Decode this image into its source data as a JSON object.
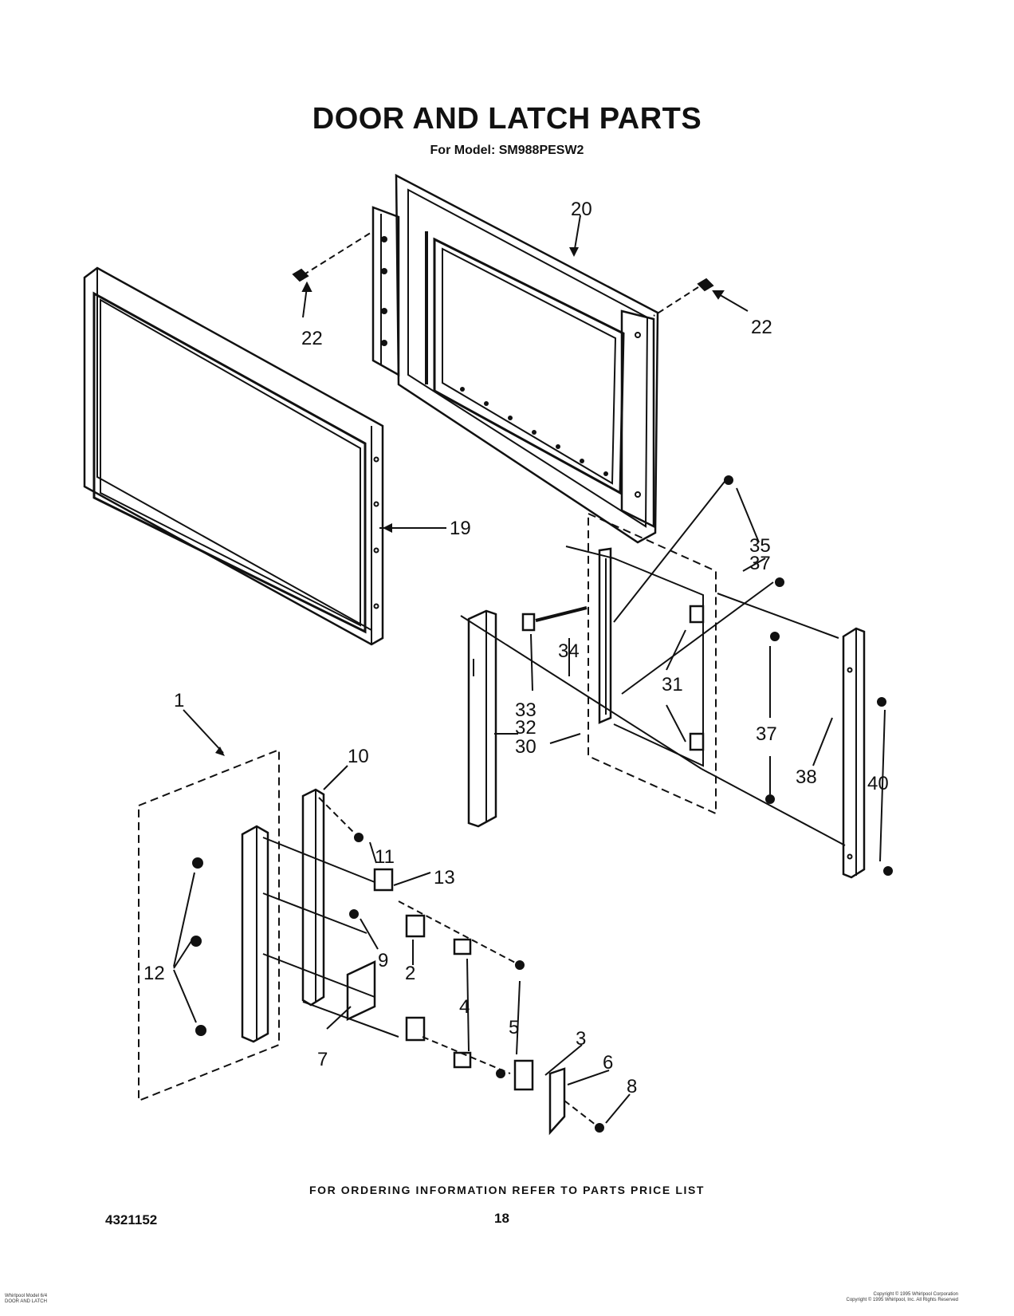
{
  "title": "DOOR AND LATCH PARTS",
  "subtitle": "For Model: SM988PESW2",
  "callouts": [
    "20",
    "22",
    "22",
    "19",
    "35",
    "37",
    "34",
    "33",
    "32",
    "30",
    "31",
    "37",
    "38",
    "40",
    "1",
    "10",
    "11",
    "13",
    "12",
    "9",
    "2",
    "4",
    "5",
    "7",
    "3",
    "6",
    "8"
  ],
  "footer": {
    "ordering_note": "FOR ORDERING INFORMATION REFER TO PARTS PRICE LIST",
    "doc_number": "4321152",
    "page_number": "18",
    "fine_left": [
      "Whirlpool Model 6/4",
      "DOOR AND LATCH"
    ],
    "fine_right": [
      "Copyright © 1995 Whirlpool Corporation",
      "Copyright © 1995 Whirlpool, Inc. All Rights Reserved"
    ]
  }
}
